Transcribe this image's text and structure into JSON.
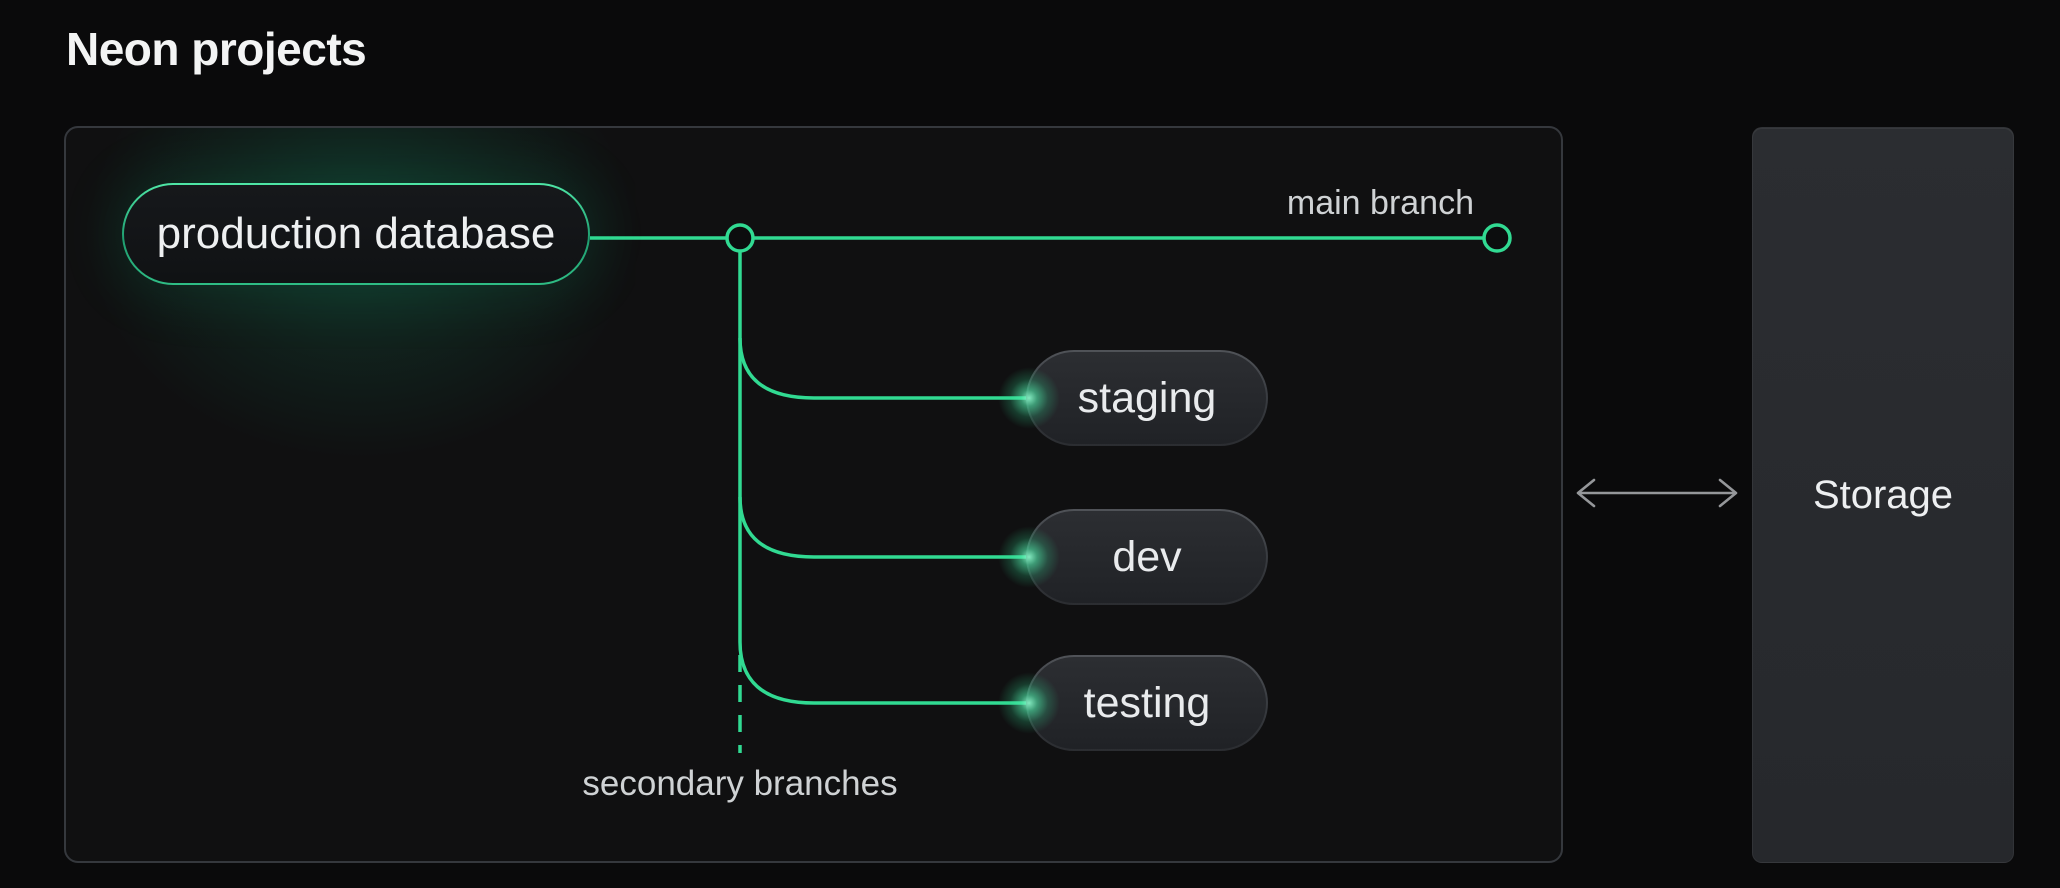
{
  "page": {
    "title": "Neon projects"
  },
  "diagram": {
    "root_node": {
      "label": "production database"
    },
    "main_branch": {
      "label": "main branch"
    },
    "secondary_branches": {
      "label": "secondary branches",
      "nodes": [
        {
          "label": "staging"
        },
        {
          "label": "dev"
        },
        {
          "label": "testing"
        }
      ]
    },
    "storage": {
      "label": "Storage"
    },
    "connector": {
      "type": "bidirectional-arrow"
    }
  },
  "colors": {
    "background": "#0a0a0b",
    "panel_background": "#101011",
    "panel_border": "#35383d",
    "accent_green": "#31da92",
    "accent_green_bright": "#4fe7a7",
    "node_fill": "#26282c",
    "node_border": "#4a4d52",
    "root_node_fill": "#14161a",
    "storage_fill": "#2a2c30",
    "text_primary": "#f3f4f4",
    "text_secondary": "#cfd2d4",
    "arrow_gray": "#95979a"
  }
}
